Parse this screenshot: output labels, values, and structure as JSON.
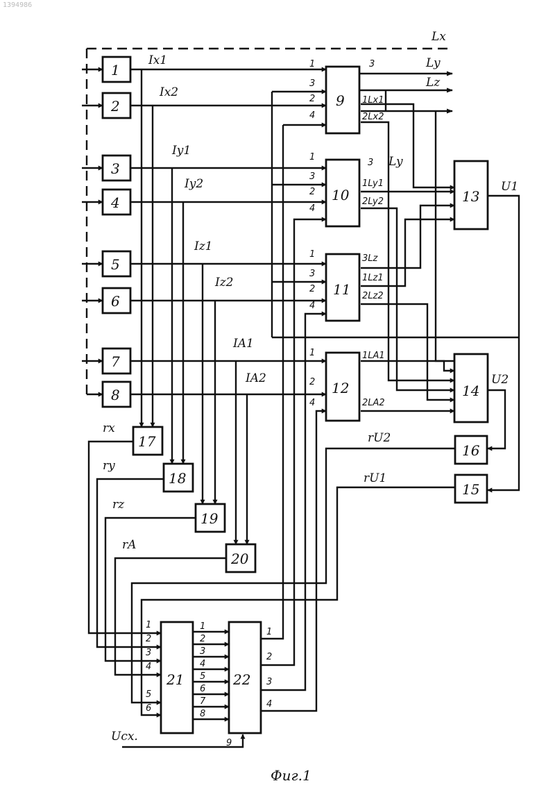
{
  "corner_id": "1394986",
  "caption": "Фиг.1",
  "blocks": {
    "b1": "1",
    "b2": "2",
    "b3": "3",
    "b4": "4",
    "b5": "5",
    "b6": "6",
    "b7": "7",
    "b8": "8",
    "b9": "9",
    "b10": "10",
    "b11": "11",
    "b12": "12",
    "b13": "13",
    "b14": "14",
    "b15": "15",
    "b16": "16",
    "b17": "17",
    "b18": "18",
    "b19": "19",
    "b20": "20",
    "b21": "21",
    "b22": "22"
  },
  "signals": {
    "Lx_top": "Lx",
    "Ly_out": "Ly",
    "Lz_out": "Lz",
    "Ix1": "Ix1",
    "Ix2": "Ix2",
    "Iy1": "Iy1",
    "Iy2": "Iy2",
    "Iz1": "Iz1",
    "Iz2": "Iz2",
    "IA1": "IA1",
    "IA2": "IA2",
    "U1": "U1",
    "U2": "U2",
    "rx": "rx",
    "ry": "ry",
    "rz": "rz",
    "rA": "rA",
    "rU1": "rU1",
    "rU2": "rU2",
    "Ucx": "Ucx."
  },
  "pins": {
    "p9_1": "1",
    "p9_3": "3",
    "p9_2": "2",
    "p9_4": "4",
    "p9_o3": "3",
    "p9_o1": "1Lx1",
    "p9_o2": "2Lx2",
    "p10_1": "1",
    "p10_3": "3",
    "p10_2": "2",
    "p10_4": "4",
    "p10_o3": "3",
    "p10_oLy": "Ly",
    "p10_o1": "1Ly1",
    "p10_o2": "2Ly2",
    "p11_1": "1",
    "p11_3": "3",
    "p11_2": "2",
    "p11_4": "4",
    "p11_o3": "3Lz",
    "p11_o1": "1Lz1",
    "p11_o2": "2Lz2",
    "p12_1": "1",
    "p12_2": "2",
    "p12_4": "4",
    "p12_o1": "1LA1",
    "p12_o2": "2LA2",
    "p21_1": "1",
    "p21_2": "2",
    "p21_3": "3",
    "p21_4": "4",
    "p21_5": "5",
    "p21_6": "6",
    "p22_o1": "1",
    "p22_o2": "2",
    "p22_o3": "3",
    "p22_o4": "4",
    "p22_9": "9",
    "bus_1": "1",
    "bus_2": "2",
    "bus_3": "3",
    "bus_4": "4",
    "bus_5": "5",
    "bus_6": "6",
    "bus_7": "7",
    "bus_8": "8"
  }
}
